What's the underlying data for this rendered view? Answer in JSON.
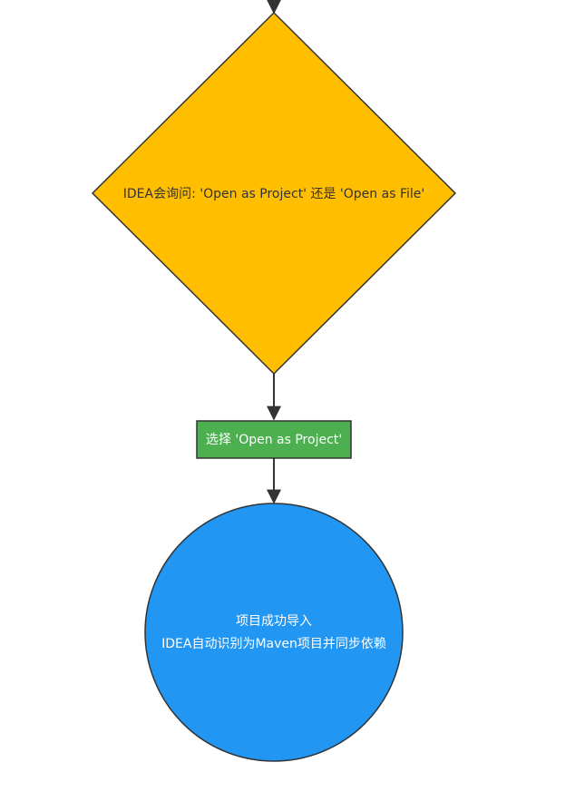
{
  "nodes": {
    "decision": {
      "label": "IDEA会询问: 'Open as Project' 还是 'Open as File'",
      "fill": "#FFBF00",
      "text_color": "#333333"
    },
    "choose": {
      "label": "选择 'Open as Project'",
      "fill": "#4CAF50",
      "text_color": "#ffffff"
    },
    "result": {
      "line1": "项目成功导入",
      "line2": "IDEA自动识别为Maven项目并同步依赖",
      "fill": "#2196F3",
      "text_color": "#ffffff"
    }
  },
  "colors": {
    "stroke": "#333333",
    "edge": "#333333",
    "background": "#ffffff"
  }
}
